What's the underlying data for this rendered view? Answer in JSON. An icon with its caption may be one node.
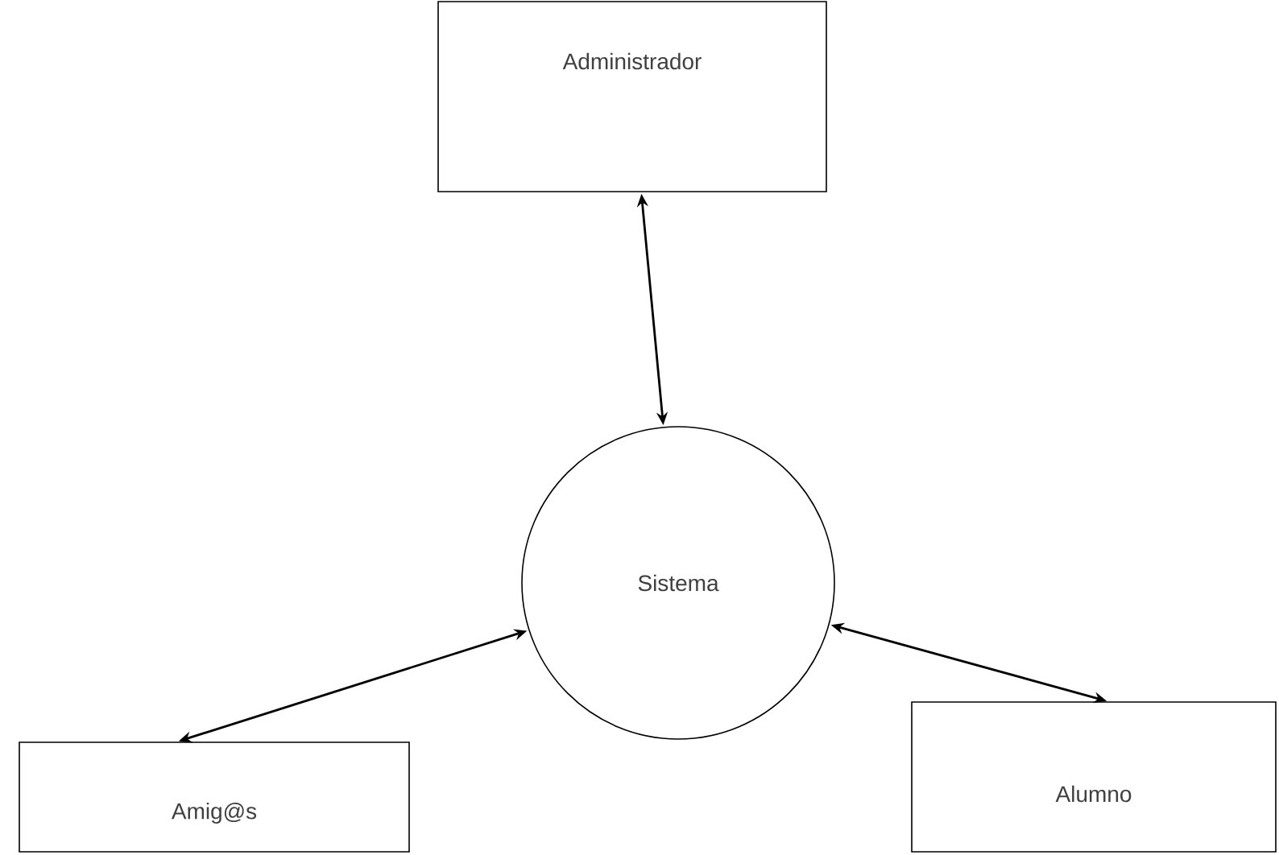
{
  "diagram": {
    "nodes": [
      {
        "text": [
          "Administrador"
        ]
      },
      {
        "text": [
          "Sistema"
        ]
      },
      {
        "text": [
          "Amig@s"
        ]
      },
      {
        "text": [
          "Alumno"
        ]
      }
    ],
    "edges": [
      {
        "from": 0,
        "to": 1,
        "arrow": "both"
      },
      {
        "from": 1,
        "to": 2,
        "arrow": "both"
      },
      {
        "from": 1,
        "to": 3,
        "arrow": "both"
      }
    ]
  }
}
